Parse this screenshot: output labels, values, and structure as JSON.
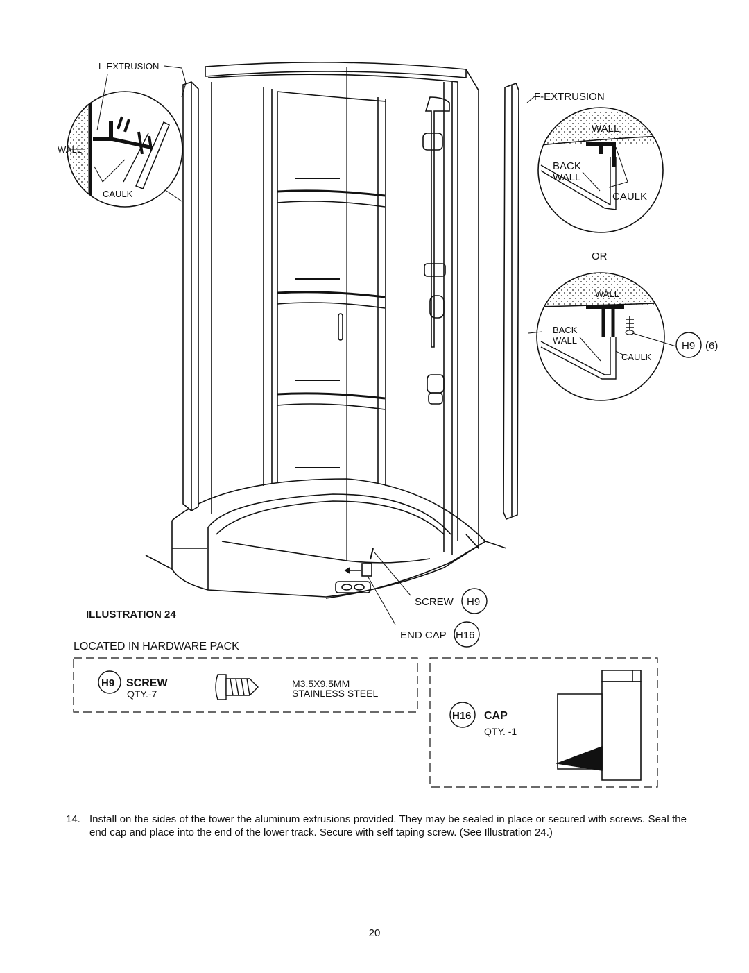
{
  "labels": {
    "l_extrusion": "L-EXTRUSION",
    "f_extrusion": "F-EXTRUSION",
    "wall": "WALL",
    "caulk": "CAULK",
    "back": "BACK",
    "or": "OR",
    "h9": "H9",
    "h9_qty_paren": "(6)",
    "screw": "SCREW",
    "end_cap": "END CAP",
    "h16": "H16"
  },
  "illustration_title": "ILLUSTRATION 24",
  "hardware_pack_title": "LOCATED IN HARDWARE PACK",
  "hardware": {
    "screw": {
      "code": "H9",
      "name": "SCREW",
      "qty": "QTY.-7",
      "spec_size": "M3.5X9.5MM",
      "spec_material": "STAINLESS STEEL"
    },
    "cap": {
      "code": "H16",
      "name": "CAP",
      "qty": "QTY. -1"
    }
  },
  "instruction": {
    "number": "14.",
    "text": "Install on the sides of the tower the aluminum extrusions provided.  They may be sealed in place or secured with screws.  Seal the end cap and place into the end of the lower track.  Secure with self taping screw.  (See Illustration 24.)"
  },
  "page_number": "20"
}
